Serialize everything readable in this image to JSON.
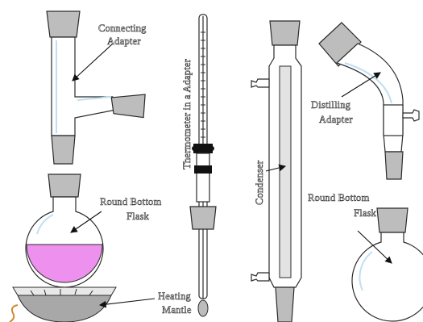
{
  "labels": {
    "connecting_adapter": [
      "Connecting",
      "Adapter"
    ],
    "thermometer_adapter": "Thermometer in a Adapter",
    "condenser": "Condenser",
    "distilling_adapter": [
      "Distilling",
      "Adapter"
    ],
    "round_bottom_flask_left": [
      "Round Bottom",
      "Flask"
    ],
    "round_bottom_flask_right": [
      "Round Bottom",
      "Flask"
    ],
    "heating_mantle": [
      "Heating",
      "Mantle"
    ]
  },
  "colors": {
    "liquid": "#ee90ee",
    "joint": "#bdbdbd",
    "mantle": "#a8a8a8",
    "highlight": "#bfe0f2",
    "wire": "#d08a2a"
  }
}
